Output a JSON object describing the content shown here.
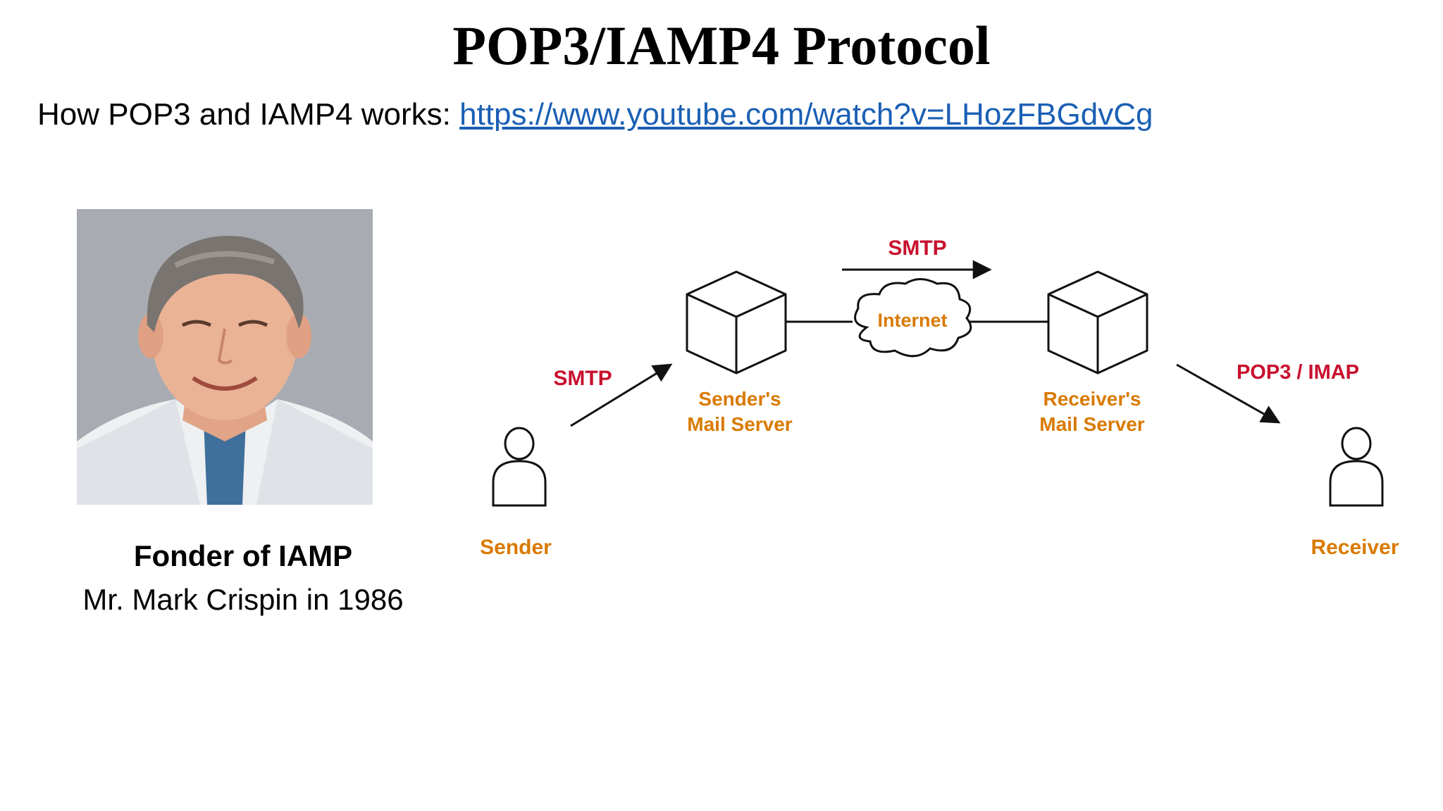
{
  "slide": {
    "title": "POP3/IAMP4 Protocol",
    "subtitle_prefix": "How POP3 and IAMP4 works: ",
    "subtitle_link": "https://www.youtube.com/watch?v=LHozFBGdvCg",
    "caption_bold": "Fonder of IAMP",
    "caption": "Mr. Mark Crispin in 1986"
  },
  "diagram": {
    "smtp_top": "SMTP",
    "smtp_left": "SMTP",
    "pop3_imap": "POP3 / IMAP",
    "internet": "Internet",
    "sender_server_line1": "Sender's",
    "sender_server_line2": "Mail Server",
    "receiver_server_line1": "Receiver's",
    "receiver_server_line2": "Mail Server",
    "sender": "Sender",
    "receiver": "Receiver",
    "colors": {
      "protocol_label": "#c8102e",
      "node_label": "#d97a00",
      "line": "#111111"
    }
  }
}
